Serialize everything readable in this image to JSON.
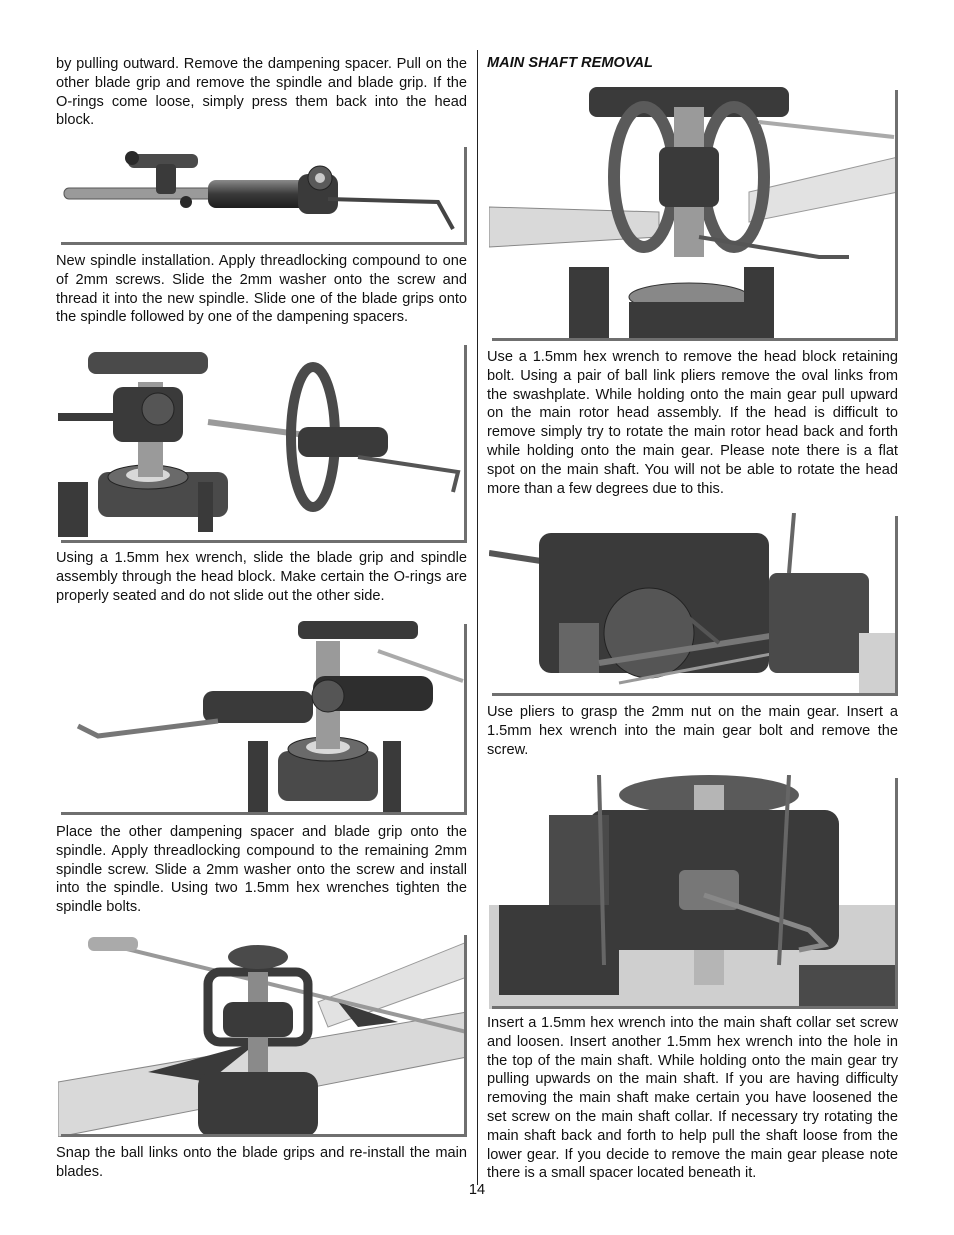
{
  "left_column": {
    "intro_text": "by pulling outward. Remove the dampening spacer. Pull on the other blade grip and remove the spindle and blade grip. If the O-rings come loose, simply press them back into the head block.",
    "step1_text": "New spindle installation. Apply threadlocking compound to one of 2mm screws. Slide the 2mm washer onto the screw and thread it into the new spindle. Slide one of the blade grips onto the spindle followed by one of the dampening spacers.",
    "step2_text": "Using a 1.5mm hex wrench, slide the blade grip and spindle assembly through the head block. Make certain the O-rings are properly seated and do not slide out the other side.",
    "step3_text": "Place the other dampening spacer and blade grip onto the spindle. Apply threadlocking compound to the remaining 2mm spindle screw. Slide a 2mm washer onto the screw and install into the spindle. Using two 1.5mm hex wrenches tighten the spindle bolts.",
    "step4_text": "Snap the ball links onto the blade grips and re-install the main blades."
  },
  "right_column": {
    "section_heading": "MAIN SHAFT REMOVAL",
    "step1_text": "Use a 1.5mm hex wrench to remove the head block retaining bolt. Using a pair of ball link pliers remove the oval links from the swashplate. While holding onto the main gear pull upward on the main rotor head assembly. If the head is difficult to remove simply try to rotate the main rotor head back and forth while holding onto the main gear. Please note there is a flat spot on the main shaft. You will not be able to rotate the head more than a few degrees due to this.",
    "step2_text": "Use pliers to grasp the 2mm nut on the main gear. Insert a 1.5mm hex wrench into the main gear bolt and remove the screw.",
    "step3_text": "Insert a 1.5mm hex wrench into the main shaft collar set screw and loosen. Insert another 1.5mm hex wrench into the hole in the top of the main shaft. While holding onto the main gear try pulling upwards on the main shaft. If you are having difficulty removing the main shaft make certain you have loosened the set screw on the main shaft collar. If necessary try rotating the main shaft back and forth to help pull the shaft loose from the lower gear. If you decide to remove the main gear please note there is a small spacer located beneath it."
  },
  "page_number": "14"
}
